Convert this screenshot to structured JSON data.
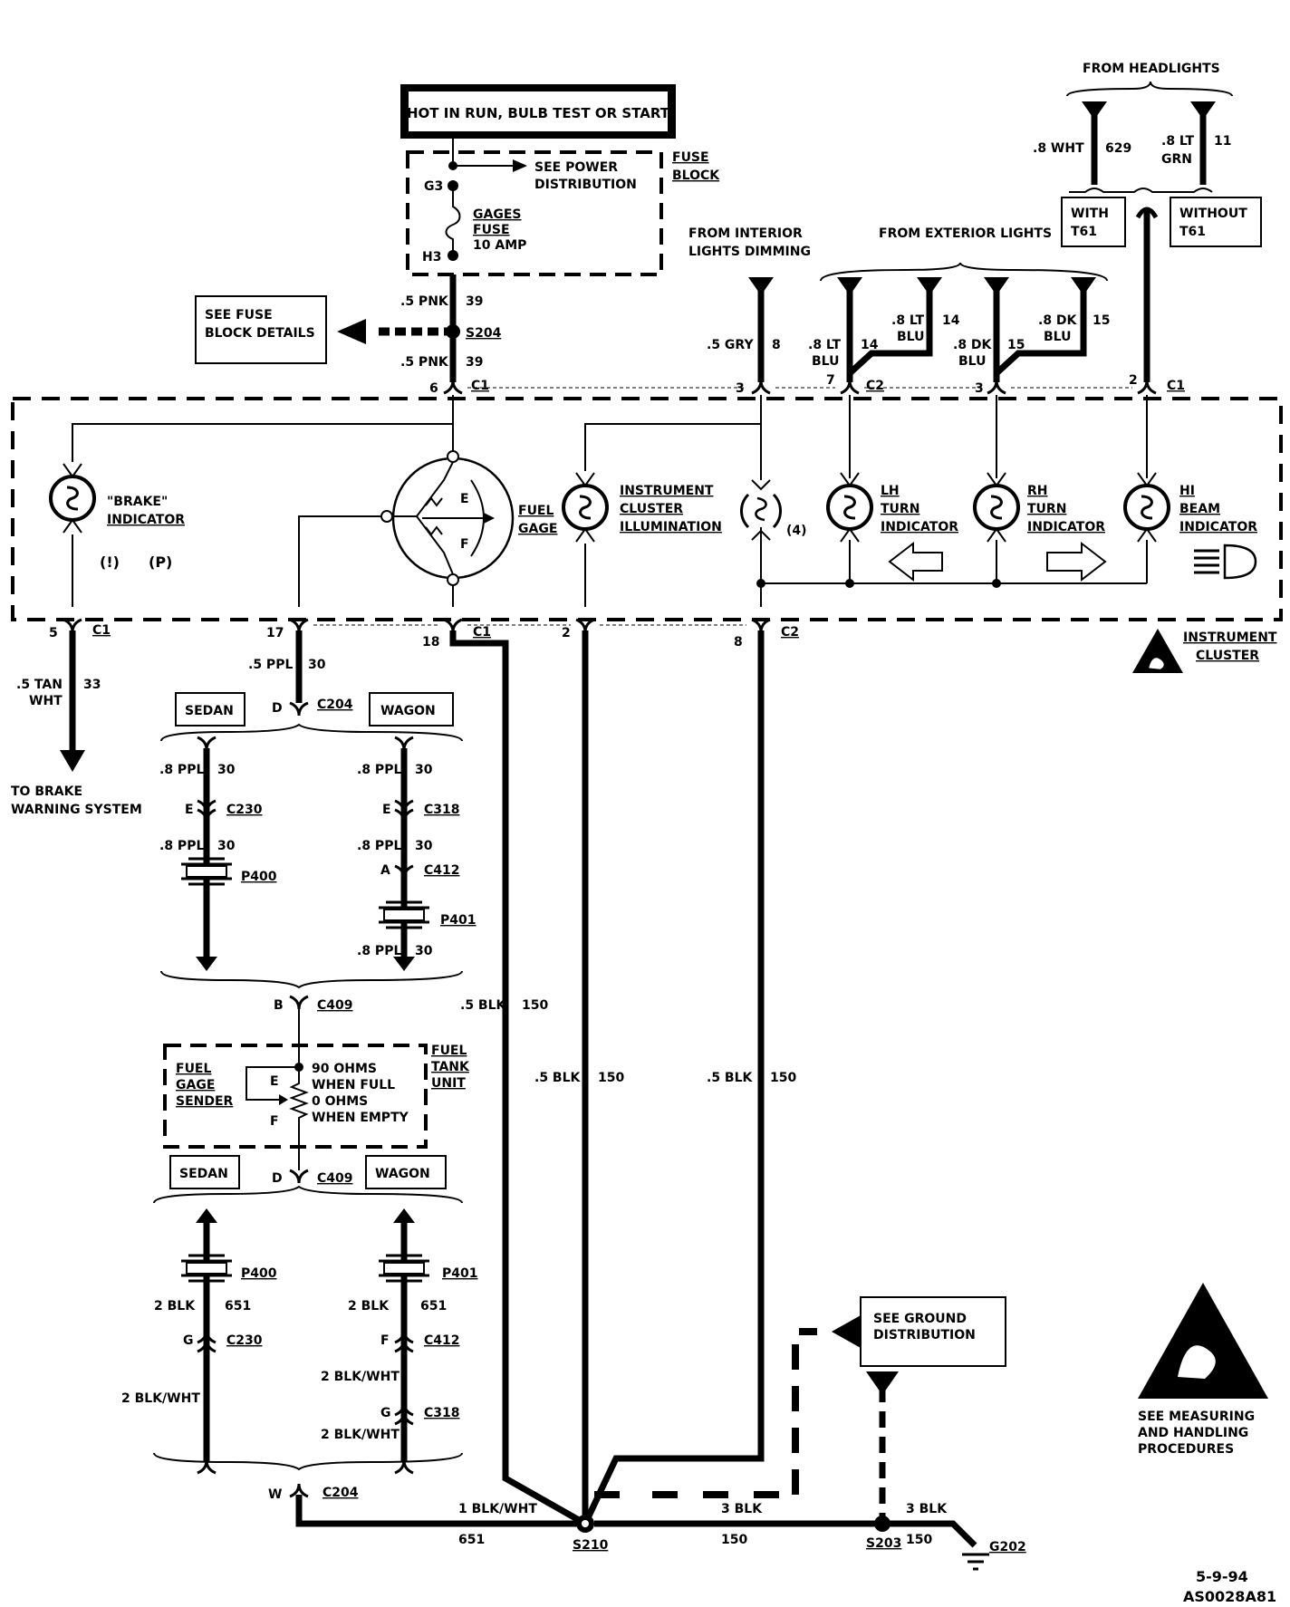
{
  "power": {
    "hot_label": "HOT IN RUN, BULB TEST OR START"
  },
  "fuse_block": {
    "title_1": "FUSE",
    "title_2": "BLOCK",
    "see_power_1": "SEE POWER",
    "see_power_2": "DISTRIBUTION",
    "g3": "G3",
    "h3": "H3",
    "fuse_1": "GAGES",
    "fuse_2": "FUSE",
    "fuse_3": "10 AMP",
    "see_fuse_1": "SEE FUSE",
    "see_fuse_2": "BLOCK DETAILS",
    "s204": "S204"
  },
  "wires": {
    "pnk_a": ".5 PNK",
    "pnk_a_n": "39",
    "pnk_b": ".5 PNK",
    "pnk_b_n": "39",
    "gry": ".5 GRY",
    "gry_n": "8",
    "ltblu_a1": ".8 LT",
    "ltblu_a2": "BLU",
    "ltblu_a_n": "14",
    "ltblu_b1": ".8 LT",
    "ltblu_b2": "BLU",
    "ltblu_b_n": "14",
    "dkblu_a1": ".8 DK",
    "dkblu_a2": "BLU",
    "dkblu_a_n": "15",
    "dkblu_b1": ".8 DK",
    "dkblu_b2": "BLU",
    "dkblu_b_n": "15",
    "wht": ".8 WHT",
    "wht_n": "629",
    "ltgrn1": ".8 LT",
    "ltgrn2": "GRN",
    "ltgrn_n": "11",
    "tan1": ".5 TAN",
    "tan2": "WHT",
    "tan_n": "33",
    "ppl5": ".5 PPL",
    "ppl5_n": "30",
    "ppl_s1": ".8 PPL",
    "ppl_s1_n": "30",
    "ppl_s2": ".8 PPL",
    "ppl_s2_n": "30",
    "ppl_w1": ".8 PPL",
    "ppl_w1_n": "30",
    "ppl_w2": ".8 PPL",
    "ppl_w2_n": "30",
    "ppl_w3": ".8 PPL",
    "ppl_w3_n": "30",
    "blk_a": ".5 BLK",
    "blk_a_n": "150",
    "blk_b": ".5 BLK",
    "blk_b_n": "150",
    "blk_c": ".5 BLK",
    "blk_c_n": "150",
    "blk2_s": "2  BLK",
    "blk2_s_n": "651",
    "blk2_w": "2  BLK",
    "blk2_w_n": "651",
    "blkwht_s": "2 BLK/WHT",
    "blkwht_w1": "2 BLK/WHT",
    "blkwht_w2": "2 BLK/WHT",
    "blkwht1": "1 BLK/WHT",
    "blkwht1_n": "651",
    "blk3_a": "3 BLK",
    "blk3_a_n": "150",
    "blk3_b": "3 BLK",
    "blk3_b_n": "150"
  },
  "top_right": {
    "from_headlights": "FROM HEADLIGHTS",
    "with_1": "WITH",
    "with_2": "T61",
    "without_1": "WITHOUT",
    "without_2": "T61",
    "from_interior_1": "FROM INTERIOR",
    "from_interior_2": "LIGHTS DIMMING",
    "from_exterior": "FROM EXTERIOR LIGHTS"
  },
  "connectors": {
    "c1": "C1",
    "c2": "C2",
    "c204": "C204",
    "c230": "C230",
    "c318": "C318",
    "c412": "C412",
    "c409": "C409",
    "p400": "P400",
    "p401": "P401",
    "s210": "S210",
    "s203": "S203",
    "g202": "G202"
  },
  "pins": {
    "p6": "6",
    "p3a": "3",
    "p7": "7",
    "p3b": "3",
    "p2a": "2",
    "p5": "5",
    "p17": "17",
    "p18": "18",
    "p2b": "2",
    "p8": "8",
    "d1": "D",
    "e1": "E",
    "e2": "E",
    "a1": "A",
    "b1": "B",
    "d2": "D",
    "g1": "G",
    "f1": "F",
    "g2": "G",
    "w1": "W"
  },
  "cluster": {
    "brake_1": "\"BRAKE\"",
    "brake_2": "INDICATOR",
    "brake_sym_1": "(!)",
    "brake_sym_2": "(P)",
    "fuel_1": "FUEL",
    "fuel_2": "GAGE",
    "gauge_e": "E",
    "gauge_f": "F",
    "illum_1": "INSTRUMENT",
    "illum_2": "CLUSTER",
    "illum_3": "ILLUMINATION",
    "qty": "(4)",
    "lh_1": "LH",
    "lh_2": "TURN",
    "lh_3": "INDICATOR",
    "rh_1": "RH",
    "rh_2": "TURN",
    "rh_3": "INDICATOR",
    "hi_1": "HI",
    "hi_2": "BEAM",
    "hi_3": "INDICATOR",
    "title_1": "INSTRUMENT",
    "title_2": "CLUSTER"
  },
  "lower": {
    "to_brake_1": "TO BRAKE",
    "to_brake_2": "WARNING SYSTEM",
    "sedan": "SEDAN",
    "wagon": "WAGON",
    "sedan2": "SEDAN",
    "wagon2": "WAGON",
    "sender_1": "FUEL",
    "sender_2": "GAGE",
    "sender_3": "SENDER",
    "tank_1": "FUEL",
    "tank_2": "TANK",
    "tank_3": "UNIT",
    "spec_1": "90 OHMS",
    "spec_2": "WHEN FULL",
    "spec_3": "0 OHMS",
    "spec_4": "WHEN EMPTY",
    "sender_e": "E",
    "sender_f": "F",
    "see_ground_1": "SEE GROUND",
    "see_ground_2": "DISTRIBUTION",
    "esd_1": "SEE MEASURING",
    "esd_2": "AND HANDLING",
    "esd_3": "PROCEDURES",
    "date": "5-9-94",
    "code": "AS0028A81"
  }
}
